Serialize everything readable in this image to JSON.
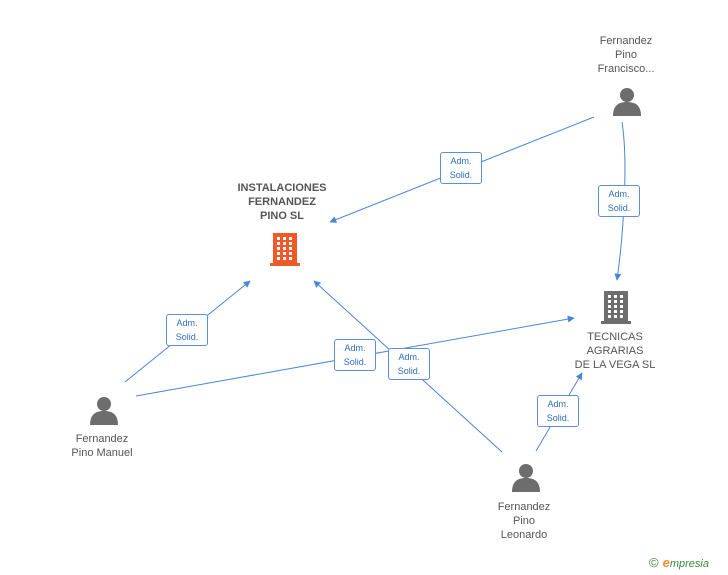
{
  "colors": {
    "edge": "#4a86d8",
    "main_company": "#f05a28",
    "company": "#6d6d6d",
    "person": "#6d6d6d"
  },
  "nodes": {
    "main_company": {
      "lines": [
        "INSTALACIONES",
        "FERNANDEZ",
        "PINO SL"
      ],
      "icon": "building-icon"
    },
    "tecnicas": {
      "lines": [
        "TECNICAS",
        "AGRARIAS",
        "DE LA VEGA SL"
      ],
      "icon": "building-icon"
    },
    "francisco": {
      "lines": [
        "Fernandez",
        "Pino",
        "Francisco..."
      ],
      "icon": "person-icon"
    },
    "manuel": {
      "lines": [
        "Fernandez",
        "Pino Manuel"
      ],
      "icon": "person-icon"
    },
    "leonardo": {
      "lines": [
        "Fernandez",
        "Pino",
        "Leonardo"
      ],
      "icon": "person-icon"
    }
  },
  "relations": [
    {
      "from": "francisco",
      "to": "main_company",
      "lines": [
        "Adm.",
        "Solid."
      ]
    },
    {
      "from": "francisco",
      "to": "tecnicas",
      "lines": [
        "Adm.",
        "Solid."
      ]
    },
    {
      "from": "manuel",
      "to": "main_company",
      "lines": [
        "Adm.",
        "Solid."
      ]
    },
    {
      "from": "manuel",
      "to": "tecnicas",
      "lines": [
        "Adm.",
        "Solid."
      ]
    },
    {
      "from": "leonardo",
      "to": "main_company",
      "lines": [
        "Adm.",
        "Solid."
      ]
    },
    {
      "from": "leonardo",
      "to": "tecnicas",
      "lines": [
        "Adm.",
        "Solid."
      ]
    }
  ],
  "brand": {
    "copyright": "©",
    "name_first": "e",
    "name_rest": "mpresia"
  }
}
